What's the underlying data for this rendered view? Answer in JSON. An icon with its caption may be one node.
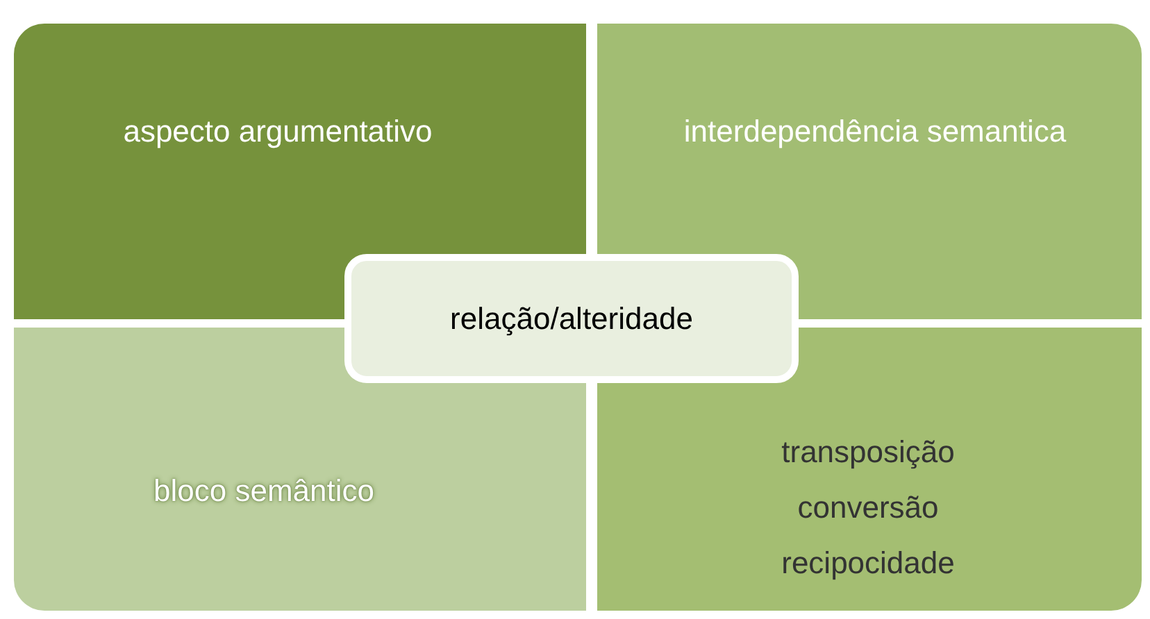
{
  "diagram": {
    "nodes": [
      {
        "text": [
          "aspecto argumentativo"
        ]
      },
      {
        "text": [
          "interdependência semantica"
        ]
      },
      {
        "text": [
          "relação/alteridade"
        ]
      },
      {
        "text": [
          "bloco semântico"
        ]
      },
      {
        "text": [
          "transposição conversão recipocidade"
        ]
      }
    ],
    "edges": []
  }
}
